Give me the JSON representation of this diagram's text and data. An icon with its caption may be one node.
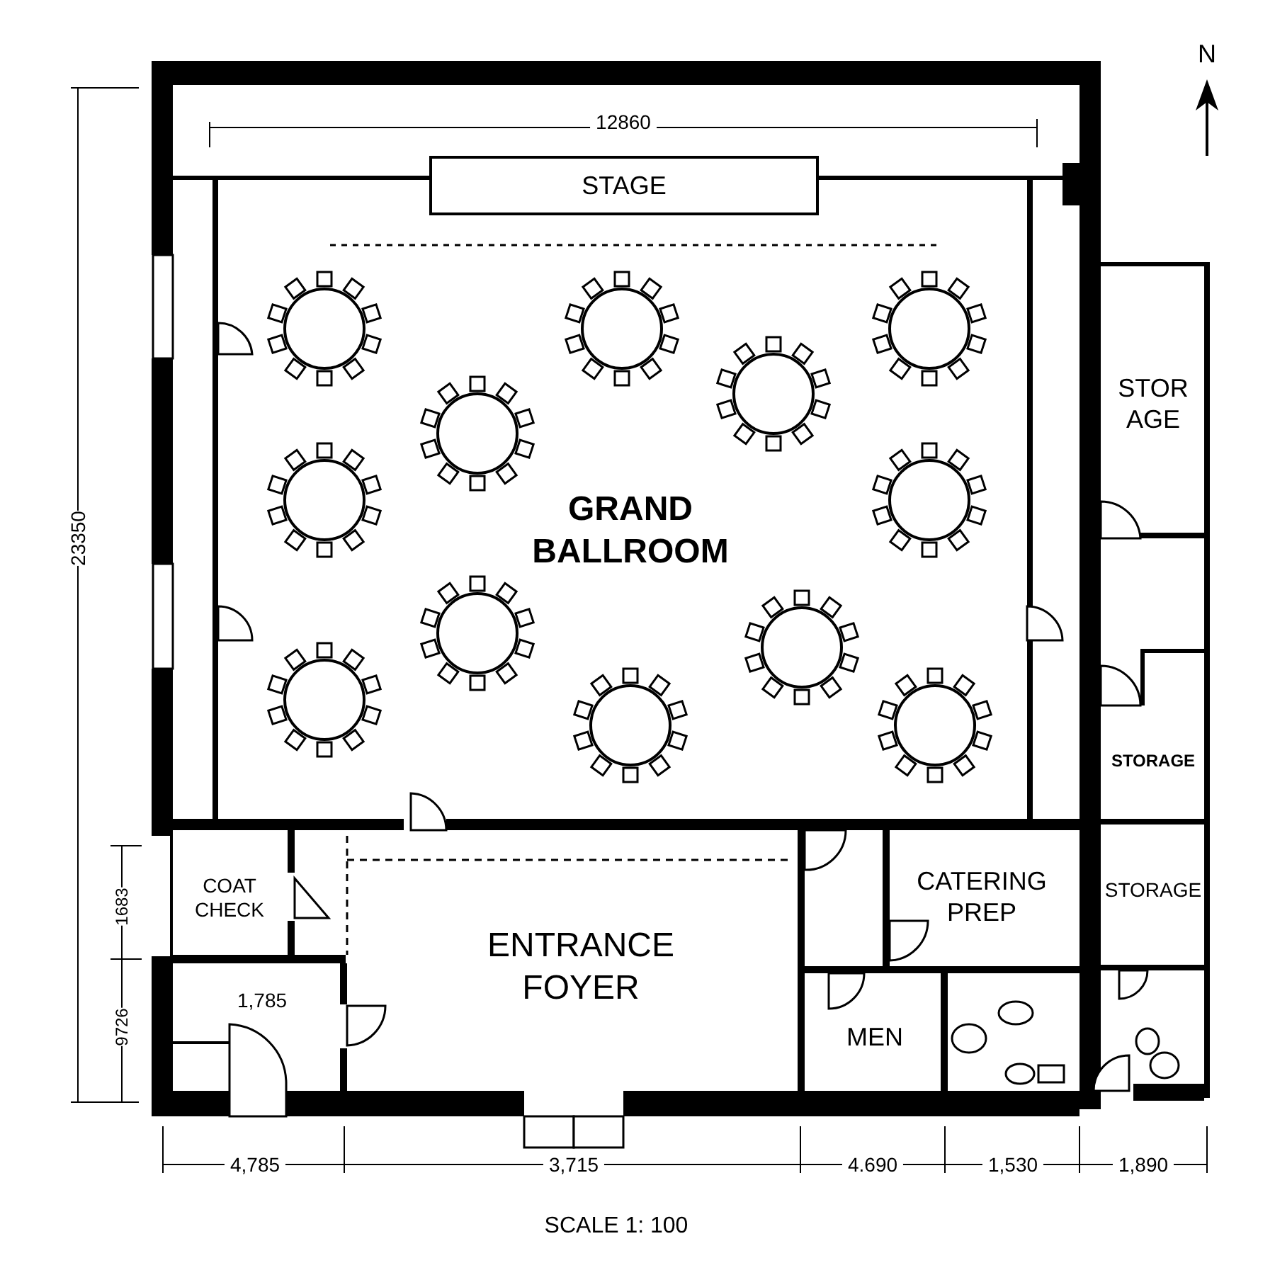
{
  "diagram": {
    "nodes": [
      {
        "text": [
          "STAGE"
        ]
      },
      {
        "text": [
          "GRAND BALLROOM"
        ]
      },
      {
        "text": [
          "STOR AGE"
        ]
      },
      {
        "text": [
          "STORAGE"
        ]
      },
      {
        "text": [
          "COAT CHECK"
        ]
      },
      {
        "text": [
          "ENTRANCE FOYER"
        ]
      },
      {
        "text": [
          "CATERING PREP"
        ]
      },
      {
        "text": [
          "STORAGE"
        ]
      },
      {
        "text": [
          "MEN"
        ]
      }
    ],
    "edges": [],
    "labels": [
      "N",
      "12860",
      "23350",
      "1683",
      "9726",
      "1,785",
      "4,785",
      "3,715",
      "4.690",
      "1,530",
      "1,890",
      "SCALE 1: 100"
    ]
  }
}
